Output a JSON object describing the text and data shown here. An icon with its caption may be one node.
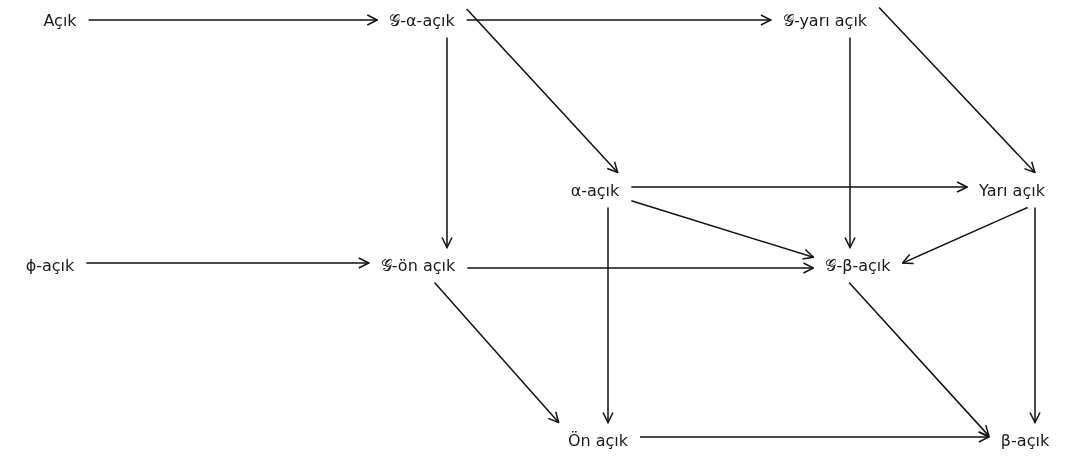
{
  "diagram": {
    "nodes": [
      {
        "text": [
          "Açık"
        ]
      },
      {
        "text": [
          "𝒢-α-açık"
        ]
      },
      {
        "text": [
          "𝒢-yarı açık"
        ]
      },
      {
        "text": [
          "α-açık"
        ]
      },
      {
        "text": [
          "Yarı açık"
        ]
      },
      {
        "text": [
          "ϕ-açık"
        ]
      },
      {
        "text": [
          "𝒢-ön açık"
        ]
      },
      {
        "text": [
          "𝒢-β-açık"
        ]
      },
      {
        "text": [
          "Ön açık"
        ]
      },
      {
        "text": [
          "β-açık"
        ]
      }
    ],
    "edges": [
      {
        "from": 0,
        "to": 1,
        "arrow": "to"
      },
      {
        "from": 1,
        "to": 2,
        "arrow": "to"
      },
      {
        "from": 1,
        "to": 6,
        "arrow": "to"
      },
      {
        "from": 1,
        "to": 3,
        "arrow": "to"
      },
      {
        "from": 2,
        "to": 7,
        "arrow": "to"
      },
      {
        "from": 2,
        "to": 4,
        "arrow": "to"
      },
      {
        "from": 3,
        "to": 4,
        "arrow": "to"
      },
      {
        "from": 3,
        "to": 7,
        "arrow": "to"
      },
      {
        "from": 3,
        "to": 8,
        "arrow": "to"
      },
      {
        "from": 5,
        "to": 6,
        "arrow": "to"
      },
      {
        "from": 6,
        "to": 7,
        "arrow": "to"
      },
      {
        "from": 6,
        "to": 8,
        "arrow": "to"
      },
      {
        "from": 4,
        "to": 7,
        "arrow": "to"
      },
      {
        "from": 4,
        "to": 9,
        "arrow": "to"
      },
      {
        "from": 7,
        "to": 9,
        "arrow": "to"
      },
      {
        "from": 8,
        "to": 9,
        "arrow": "to"
      }
    ]
  }
}
